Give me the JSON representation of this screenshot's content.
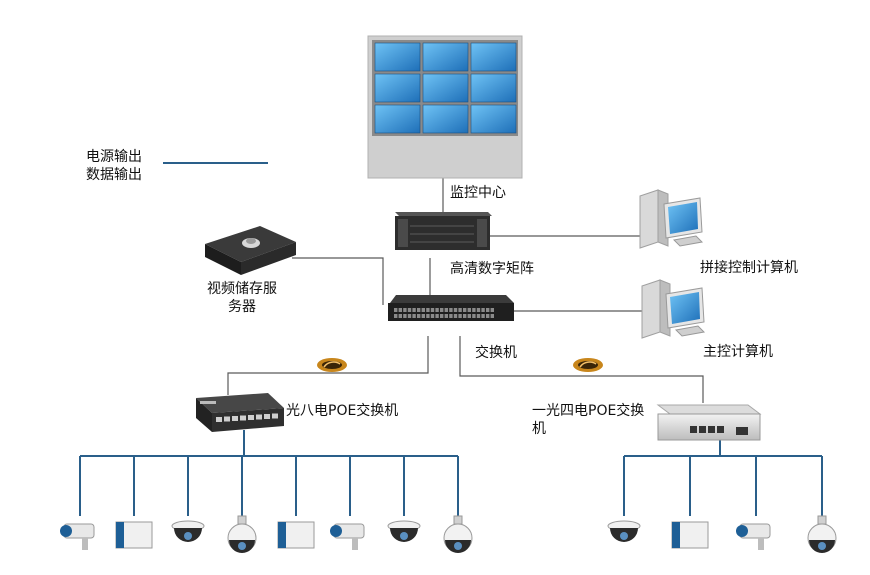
{
  "legend": {
    "power_label": "电源输出",
    "data_label": "数据输出",
    "line_color": "#2a5f8a"
  },
  "nodes": {
    "video_wall": {
      "label": "监控中心",
      "icon": "video-wall-icon"
    },
    "hd_matrix": {
      "label": "高清数字矩阵",
      "icon": "rack-device-icon"
    },
    "core_switch": {
      "label": "交换机",
      "icon": "network-switch-icon"
    },
    "storage_server": {
      "label": "视频储存服务器",
      "icon": "server-box-icon"
    },
    "splice_pc": {
      "label": "拼接控制计算机",
      "icon": "desktop-computer-icon"
    },
    "main_pc": {
      "label": "主控计算机",
      "icon": "desktop-computer-icon"
    },
    "poe_8": {
      "label": "光八电POE交换机",
      "icon": "poe-switch-icon"
    },
    "poe_4": {
      "label": "一光四电POE交换机",
      "icon": "poe-switch-icon"
    }
  },
  "fiber_icon": "fiber-link-icon",
  "cameras_left": [
    "bullet",
    "box",
    "dome",
    "ptz",
    "box",
    "bullet",
    "dome",
    "ptz"
  ],
  "cameras_right": [
    "dome",
    "box",
    "bullet",
    "ptz"
  ],
  "colors": {
    "wire": "#5a5a5a",
    "camera_bus": "#2a5f8a",
    "wall_frame": "#c9c9c9",
    "screen": "#2a8fd6",
    "device_dark": "#2b2b2b"
  }
}
